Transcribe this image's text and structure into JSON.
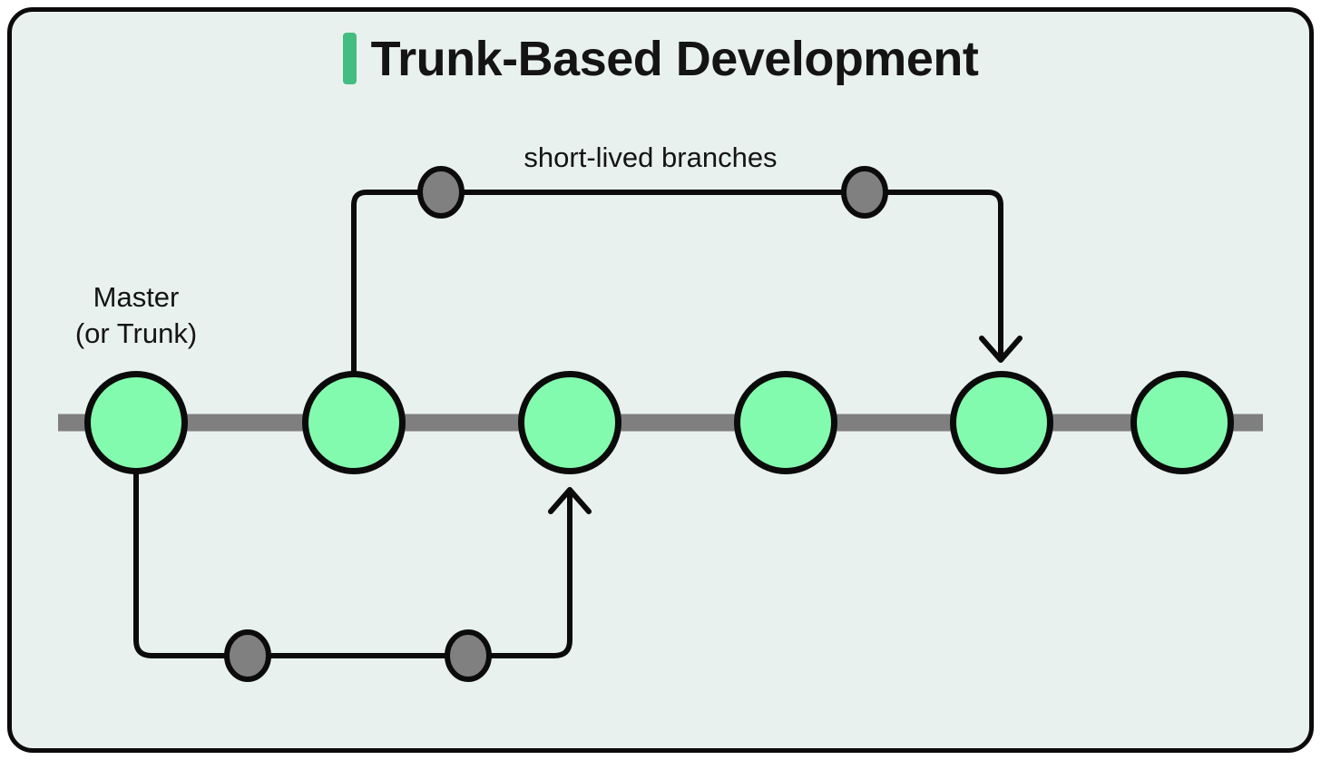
{
  "title": "Trunk-Based Development",
  "labels": {
    "short_lived_branches": "short-lived branches",
    "master_line1": "Master",
    "master_line2": "(or Trunk)"
  },
  "colors": {
    "outer_bg": "#ffffff",
    "card_bg": "#e9f1ee",
    "card_border": "#0b0b0b",
    "accent_green": "#44bd80",
    "commit_green": "#83fbae",
    "node_gray": "#808080",
    "trunk_gray": "#7f7f7f",
    "line_black": "#0b0b0b",
    "title_color": "#141414"
  },
  "diagram": {
    "trunk_commit_count": 6,
    "top_branch_commit_count": 2,
    "bottom_branch_commit_count": 2,
    "top_branch_merges_into": "trunk commit 5",
    "bottom_branch_merges_into": "trunk commit 3",
    "branch_style": "short-lived branch off trunk, merged back with arrow"
  }
}
